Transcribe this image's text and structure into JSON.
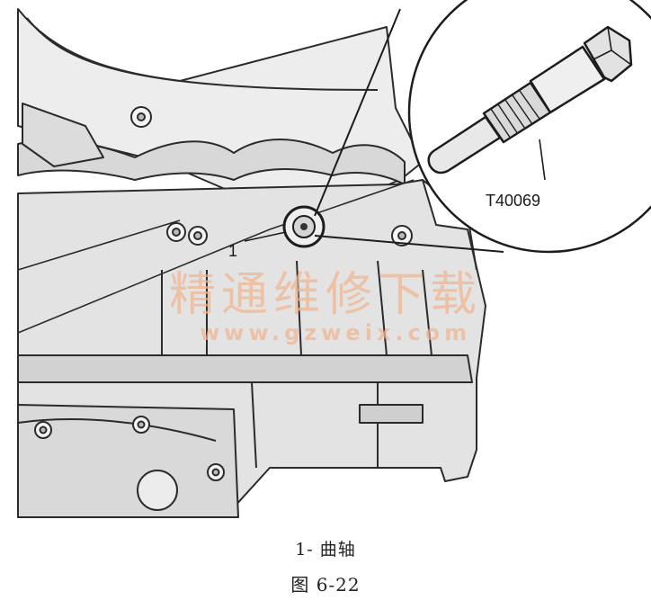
{
  "figure": {
    "part_number": "1",
    "tool_code": "T40069",
    "caption_legend": "1- 曲轴",
    "caption_title": "图 6-22"
  },
  "watermark": {
    "text": "精通维修下载",
    "url": "www.gzweix.com"
  },
  "colors": {
    "line": "#2b2b2b",
    "fill_light": "#e6e6e6",
    "fill_mid": "#cfcfcf",
    "watermark": "#f1b48f"
  }
}
